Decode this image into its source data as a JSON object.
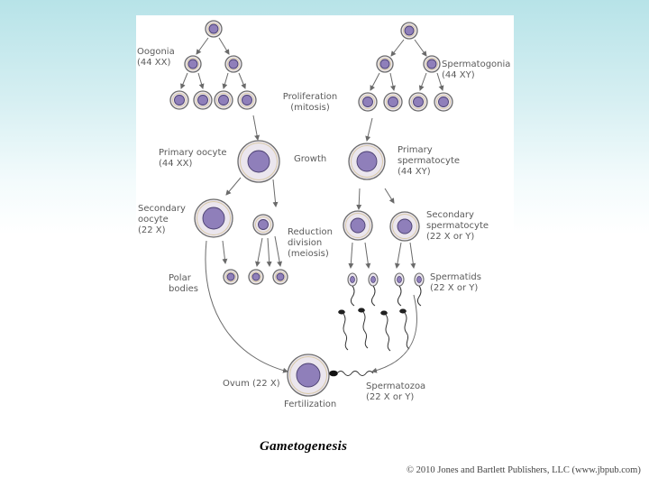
{
  "diagram": {
    "labels": {
      "oogonia": "Oogonia\n(44 XX)",
      "spermatogonia": "Spermatogonia\n(44 XY)",
      "proliferation": "Proliferation\n(mitosis)",
      "primary_oocyte": "Primary oocyte\n(44 XX)",
      "growth": "Growth",
      "primary_spermatocyte": "Primary\nspermatocyte\n(44 XY)",
      "secondary_oocyte": "Secondary\noocyte\n(22 X)",
      "reduction_division": "Reduction\ndivision\n(meiosis)",
      "secondary_spermatocyte": "Secondary\nspermatocyte\n(22 X or Y)",
      "polar_bodies": "Polar\nbodies",
      "spermatids": "Spermatids\n(22 X or Y)",
      "ovum": "Ovum (22 X)",
      "fertilization": "Fertilization",
      "spermatozoa": "Spermatozoa\n(22 X or Y)"
    }
  },
  "caption": "Gametogenesis",
  "credit": "© 2010 Jones and Bartlett Publishers, LLC (www.jbpub.com)",
  "colors": {
    "cell_fill": "#ebe6ee",
    "cell_stroke": "#6b6b6b",
    "nucleus": "#8f7fba",
    "arrow": "#6a6a6a"
  }
}
